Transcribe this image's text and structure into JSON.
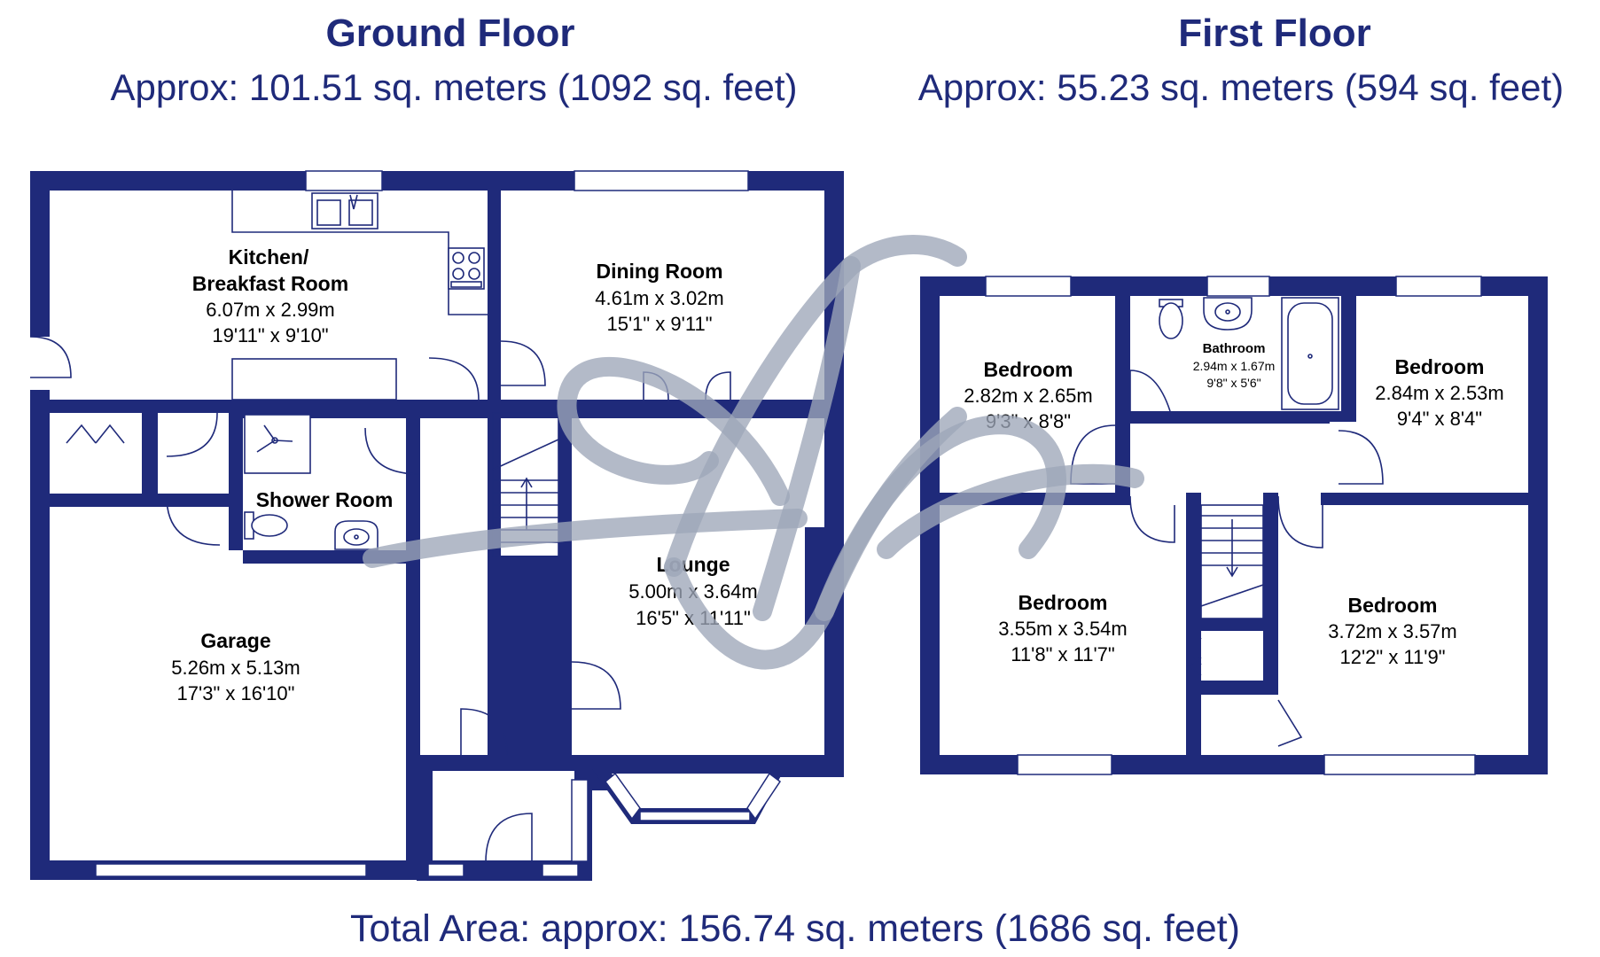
{
  "headings": {
    "ground_title": "Ground Floor",
    "ground_area": "Approx:  101.51 sq. meters (1092 sq. feet)",
    "first_title": "First Floor",
    "first_area": "Approx:  55.23 sq. meters (594 sq. feet)",
    "total_area": "Total Area: approx: 156.74 sq. meters (1686 sq. feet)"
  },
  "ground_rooms": {
    "kitchen": {
      "name_line1": "Kitchen/",
      "name_line2": "Breakfast Room",
      "metric": "6.07m x 2.99m",
      "imperial": "19'11\" x 9'10\""
    },
    "dining": {
      "name": "Dining Room",
      "metric": "4.61m x 3.02m",
      "imperial": "15'1\" x 9'11\""
    },
    "shower": {
      "name": "Shower Room"
    },
    "lounge": {
      "name": "Lounge",
      "metric": "5.00m x 3.64m",
      "imperial": "16'5\" x 11'11\""
    },
    "garage": {
      "name": "Garage",
      "metric": "5.26m x 5.13m",
      "imperial": "17'3\" x 16'10\""
    }
  },
  "first_rooms": {
    "bedroom_top_left": {
      "name": "Bedroom",
      "metric": "2.82m x 2.65m",
      "imperial": "9'3\" x 8'8\""
    },
    "bathroom": {
      "name": "Bathroom",
      "metric": "2.94m x 1.67m",
      "imperial": "9'8\" x 5'6\""
    },
    "bedroom_top_right": {
      "name": "Bedroom",
      "metric": "2.84m x 2.53m",
      "imperial": "9'4\" x 8'4\""
    },
    "bedroom_bottom_left": {
      "name": "Bedroom",
      "metric": "3.55m x 3.54m",
      "imperial": "11'8\" x 11'7\""
    },
    "bedroom_bottom_right": {
      "name": "Bedroom",
      "metric": "3.72m x 3.57m",
      "imperial": "12'2\" x 11'9\""
    }
  },
  "colors": {
    "wall": "#1f2a7a",
    "heading_text": "#1f2a7a",
    "room_text": "#000000",
    "watermark": "#9ea6b8"
  },
  "icons": [
    "sink-icon",
    "hob-icon",
    "shower-tray-icon",
    "toilet-icon",
    "basin-icon",
    "bath-icon",
    "stairs-icon",
    "door-swing-icon",
    "logo-watermark-icon"
  ]
}
